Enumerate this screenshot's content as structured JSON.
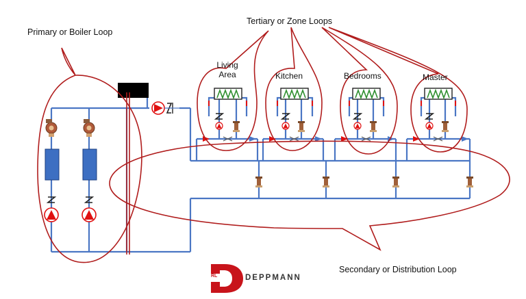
{
  "labels": {
    "primary_loop": "Primary or Boiler Loop",
    "tertiary_loops": "Tertiary or Zone Loops",
    "secondary_loop": "Secondary or Distribution Loop"
  },
  "zones": [
    {
      "line1": "Living",
      "line2": "Area"
    },
    {
      "line1": "Kitchen",
      "line2": ""
    },
    {
      "line1": "Bedrooms",
      "line2": ""
    },
    {
      "line1": "Master",
      "line2": ""
    }
  ],
  "logo": {
    "mark": "RL",
    "name": "DEPPMANN"
  },
  "colors": {
    "pipe": "#4a76c4",
    "loop_outline": "#b01c1c",
    "pump": "#e01010",
    "boiler": "#3d6fc2",
    "tank": "#000000"
  }
}
